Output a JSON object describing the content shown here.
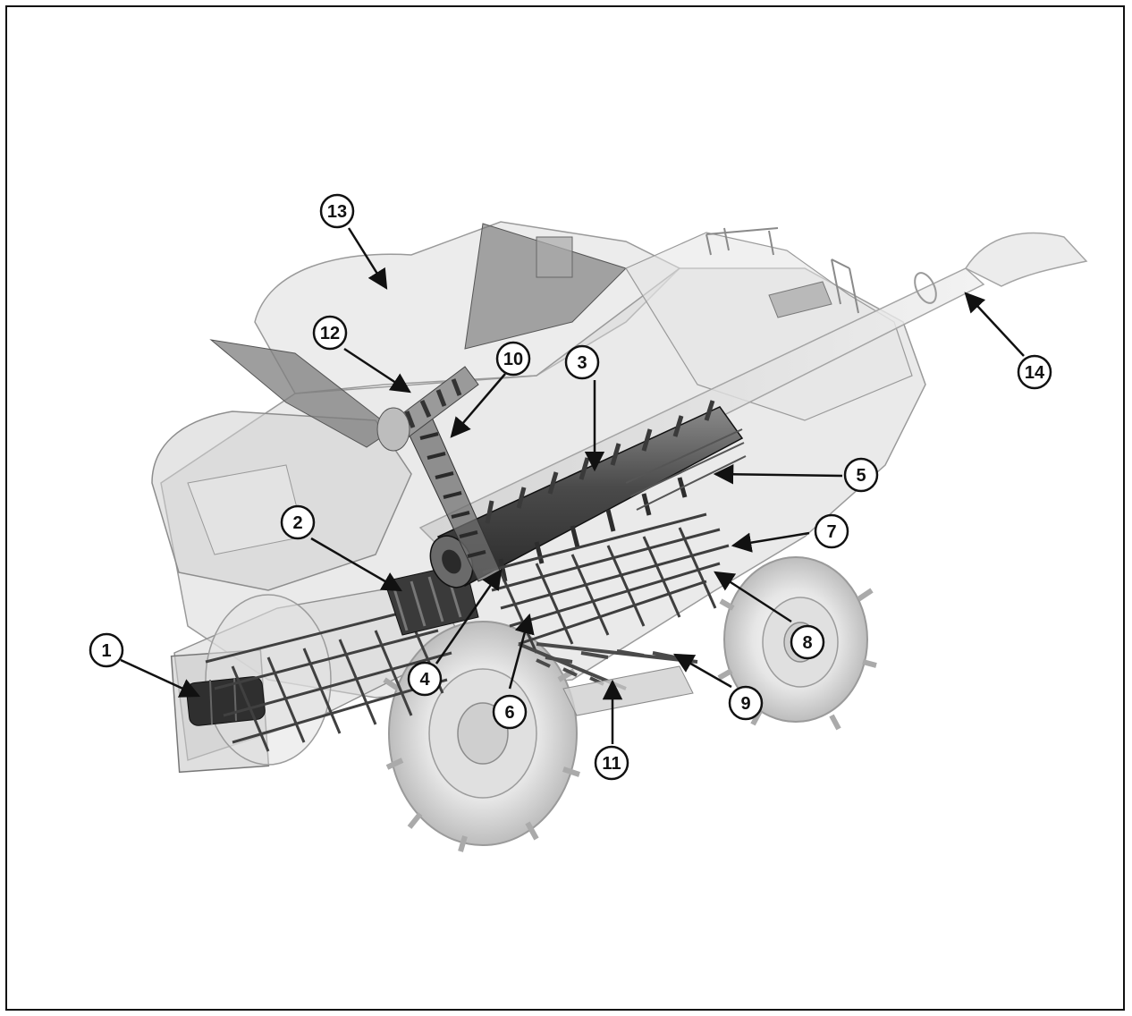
{
  "figure": {
    "palette": {
      "ink": "#111111",
      "body_fill": "#d8d8d8",
      "body_stroke": "#9a9a9a",
      "dark_parts": "#3a3a3a",
      "mid_parts": "#7a7a7a",
      "tire_fill": "#e4e4e4"
    },
    "callouts": [
      {
        "id": "1",
        "label": "1"
      },
      {
        "id": "2",
        "label": "2"
      },
      {
        "id": "3",
        "label": "3"
      },
      {
        "id": "4",
        "label": "4"
      },
      {
        "id": "5",
        "label": "5"
      },
      {
        "id": "6",
        "label": "6"
      },
      {
        "id": "7",
        "label": "7"
      },
      {
        "id": "8",
        "label": "8"
      },
      {
        "id": "9",
        "label": "9"
      },
      {
        "id": "10",
        "label": "10"
      },
      {
        "id": "11",
        "label": "11"
      },
      {
        "id": "12",
        "label": "12"
      },
      {
        "id": "13",
        "label": "13"
      },
      {
        "id": "14",
        "label": "14"
      }
    ]
  }
}
